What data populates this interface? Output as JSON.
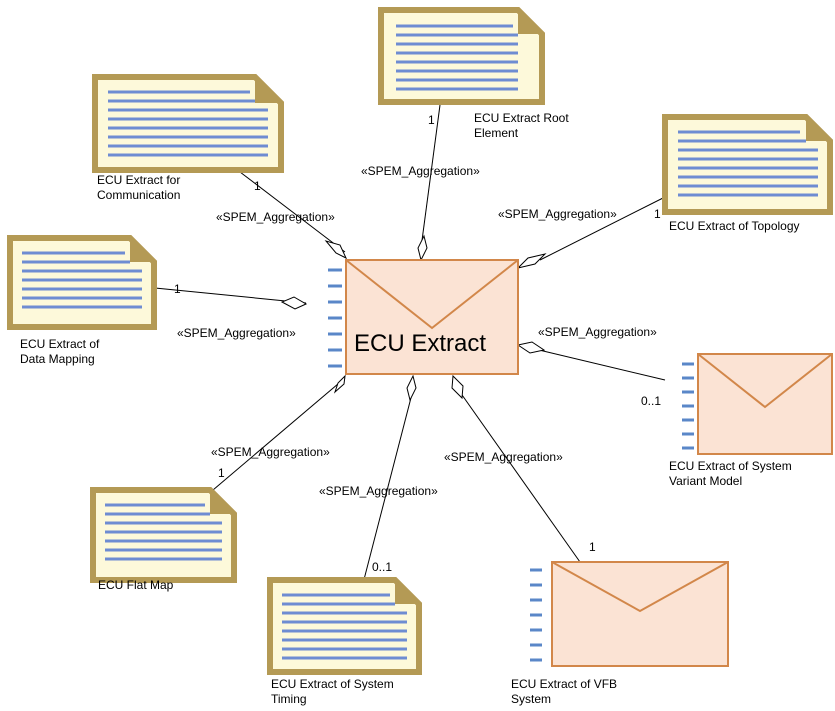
{
  "center": {
    "label": "ECU Extract"
  },
  "stereotype": "«SPEM_Aggregation»",
  "nodes": {
    "root": {
      "label": "ECU Extract Root Element",
      "multiplicity": "1"
    },
    "comm": {
      "label": "ECU Extract for Communication",
      "multiplicity": "1"
    },
    "topology": {
      "label": "ECU Extract of Topology",
      "multiplicity": "1"
    },
    "datamap": {
      "label": "ECU Extract of Data Mapping",
      "multiplicity": "1"
    },
    "variant": {
      "label": "ECU Extract of System Variant Model",
      "multiplicity": "0..1"
    },
    "flatmap": {
      "label": "ECU Flat Map",
      "multiplicity": "1"
    },
    "timing": {
      "label": "ECU Extract of System Timing",
      "multiplicity": "0..1"
    },
    "vfb": {
      "label": "ECU Extract of VFB System",
      "multiplicity": "1"
    }
  },
  "colors": {
    "doc_fill": "#fdf9da",
    "doc_border": "#b49a55",
    "doc_lines": "#6e8cd2",
    "env_fill": "#fbe3d4",
    "env_border": "#d2874a",
    "stripe": "#5a87c8",
    "edge": "#000000"
  }
}
